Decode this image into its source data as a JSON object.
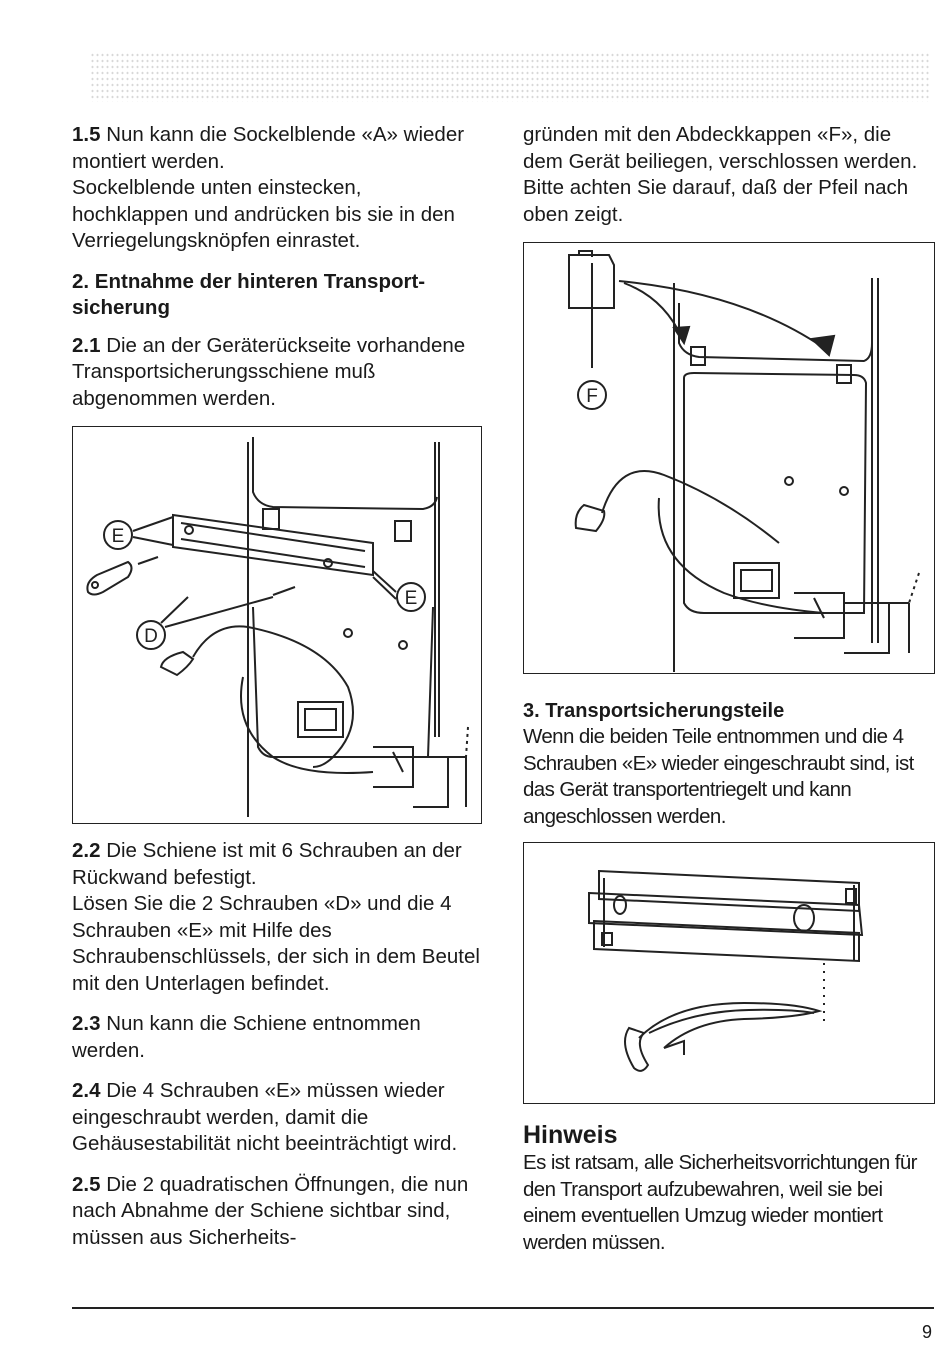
{
  "left": {
    "p15": {
      "num": "1.5",
      "text": " Nun kann die Sockelblende «A» wieder montiert werden.",
      "text2": "Sockelblende unten einstecken, hochklappen und andrücken bis sie in den Verriegelungsknöpfen einrastet."
    },
    "heading2": "2. Entnahme der hinteren Transport­sicherung",
    "p21": {
      "num": "2.1",
      "text": " Die an der Geräterückseite vor­handene Transportsicherungsschiene muß abgenommen werden."
    },
    "fig1": {
      "label_e1": "E",
      "label_e2": "E",
      "label_d": "D"
    },
    "p22": {
      "num": "2.2",
      "text": " Die Schiene ist mit 6 Schrauben an der Rückwand befestigt.",
      "text2": "Lösen Sie die 2 Schrauben «D» und die 4 Schrauben «E» mit Hilfe des Schraubenschlüssels, der sich in dem Beutel mit den Unterlagen befindet."
    },
    "p23": {
      "num": "2.3",
      "text": " Nun kann die Schiene entnommen werden."
    },
    "p24": {
      "num": "2.4",
      "text": " Die 4 Schrauben «E» müssen wieder eingeschraubt werden, damit die Gehäusestabilität nicht be­einträchtigt wird."
    },
    "p25": {
      "num": "2.5",
      "text": " Die 2 quadratischen Öffnungen, die nun nach Abnahme der Schiene sichtbar sind, müssen aus Sicherheits-"
    }
  },
  "right": {
    "cont": "gründen mit den Abdeckkappen «F», die dem Gerät beiliegen, verschlossen werden.",
    "cont2": "Bitte achten Sie darauf, daß der Pfeil nach oben zeigt.",
    "fig2": {
      "label_f": "F"
    },
    "heading3": "3. Transportsicherungsteile",
    "p3": "Wenn die beiden Teile entnommen und die 4 Schrauben «E» wieder eingeschraubt sind, ist das Gerät transportentriegelt und kann angeschlossen werden.",
    "hint_title": "Hinweis",
    "hint_text": "Es ist ratsam, alle Sicherheitsvorrichtungen für den Transport aufzubewahren, weil sie bei einem eventuellen Umzug wieder montiert werden müssen."
  },
  "page_number": "9"
}
